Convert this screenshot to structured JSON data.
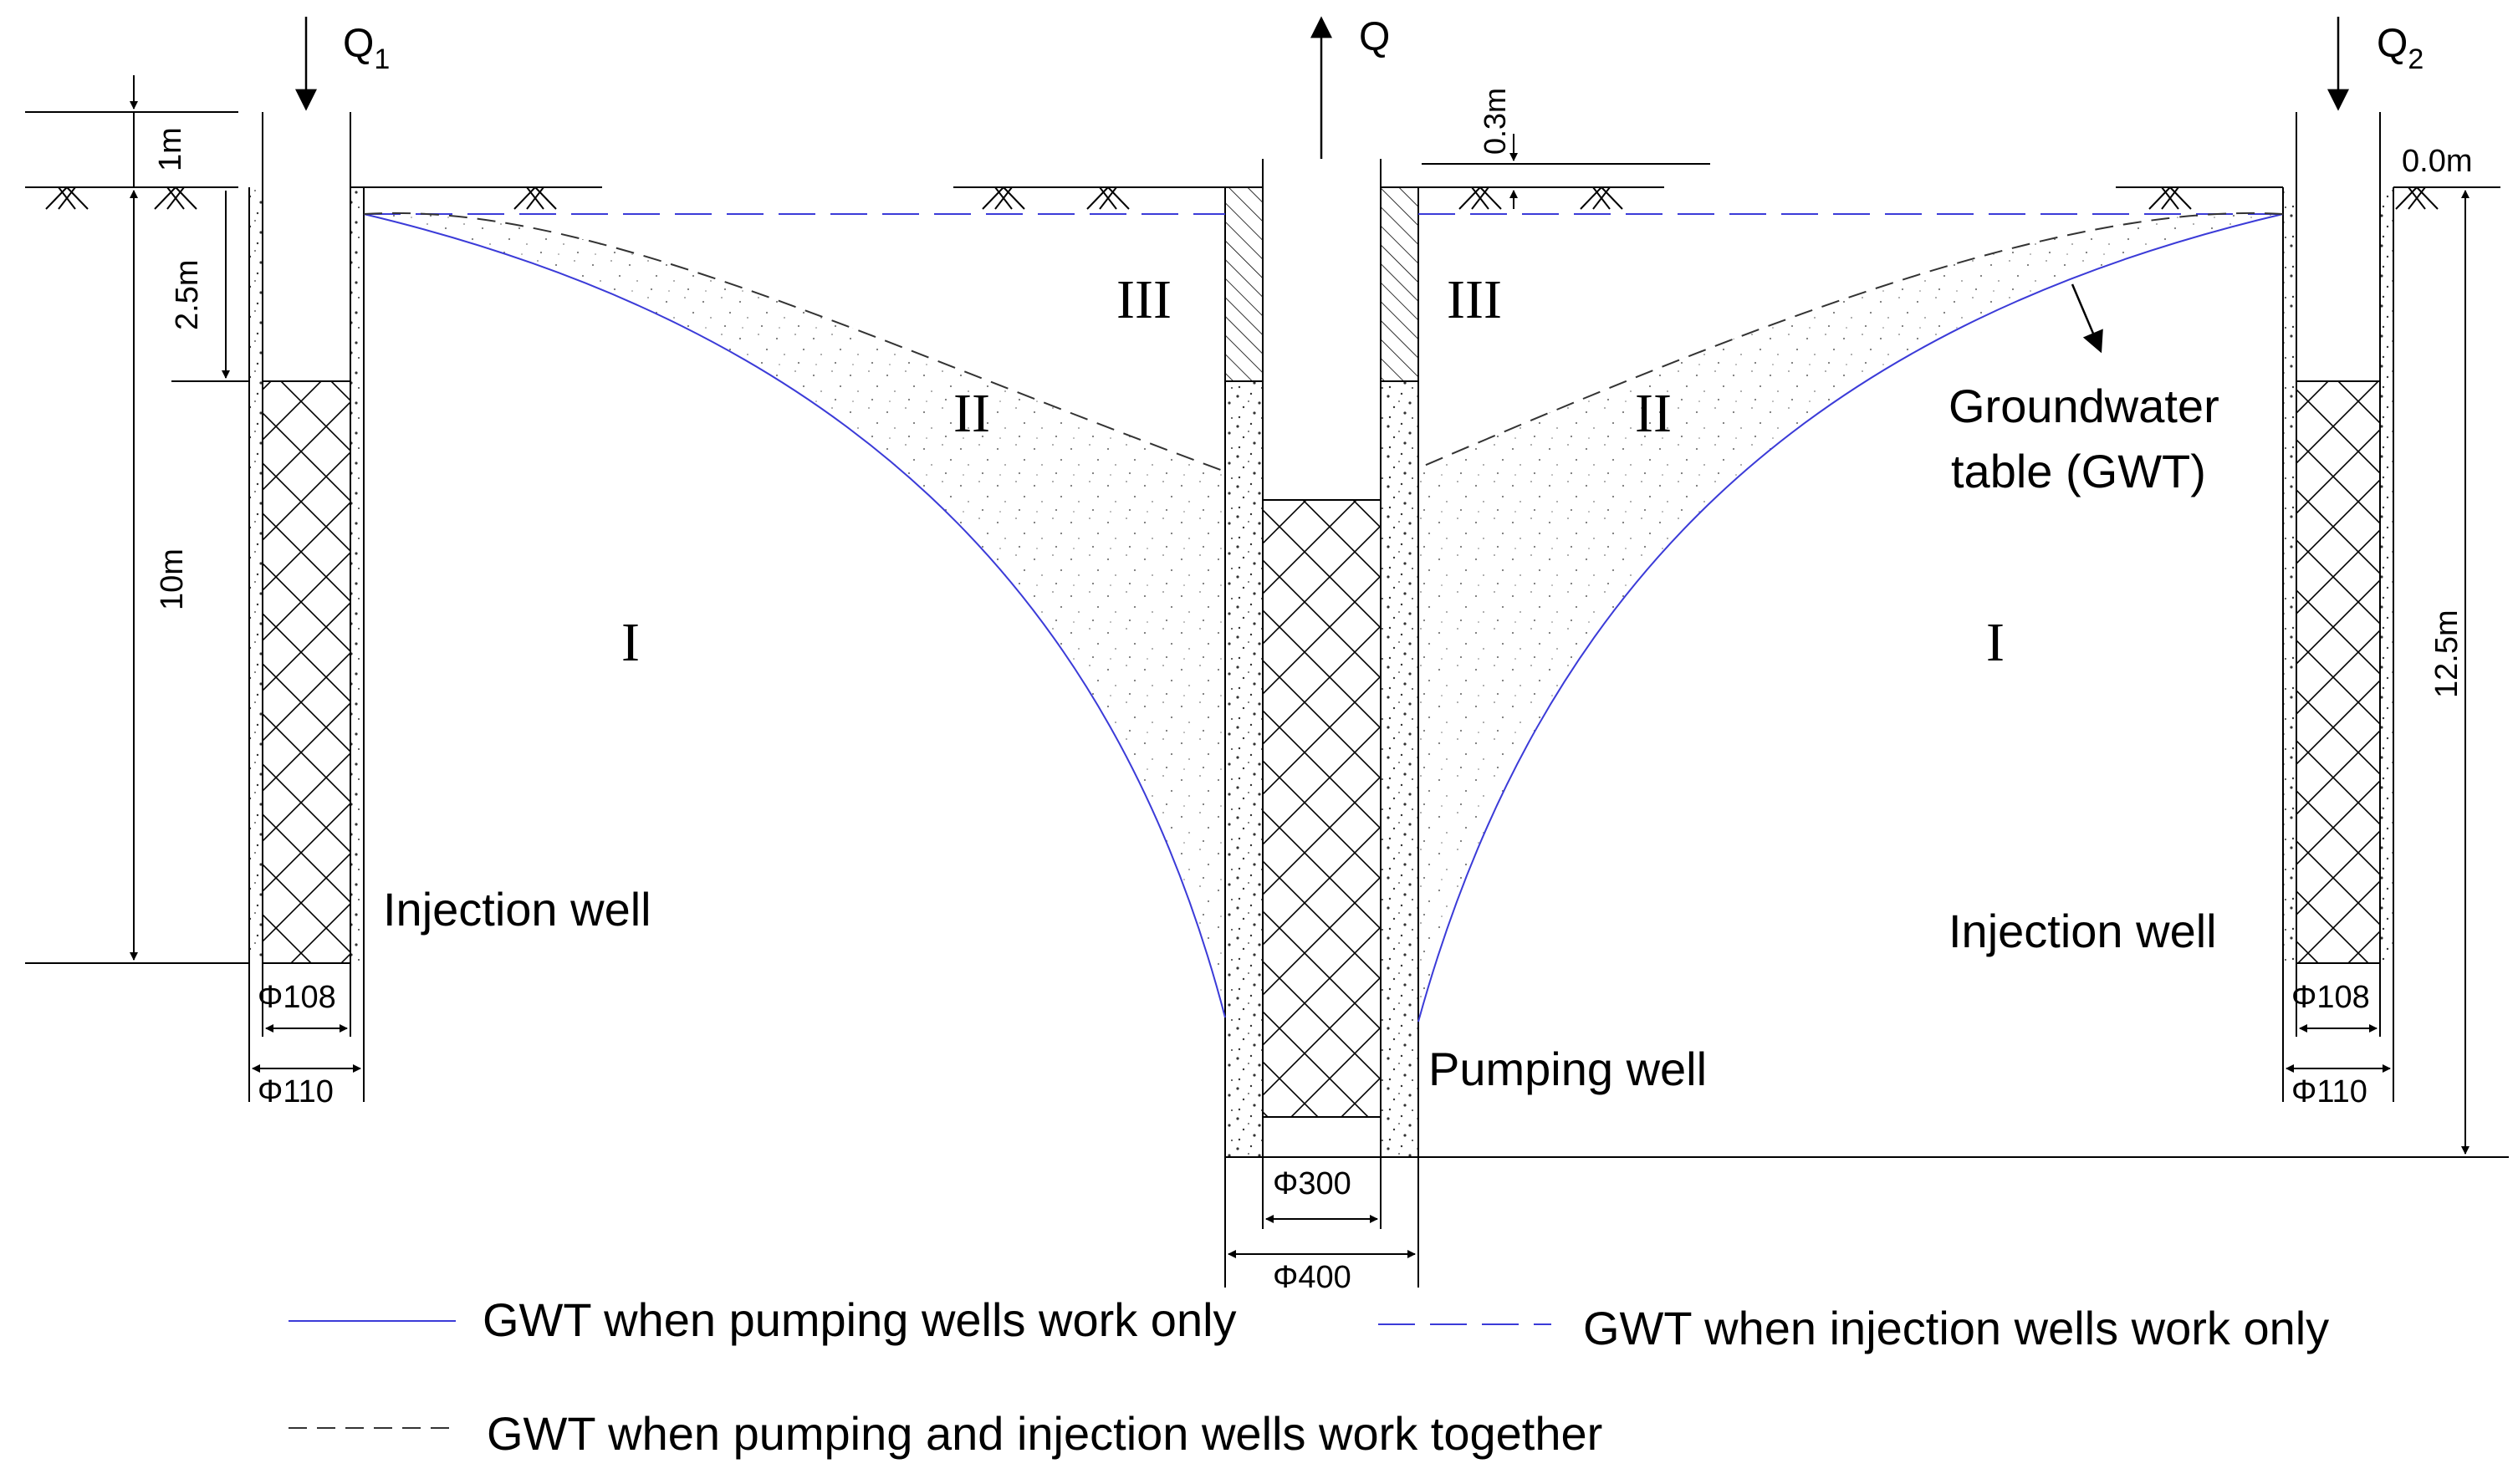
{
  "flows": {
    "q1": {
      "symbol": "Q",
      "subscript": "1"
    },
    "q": {
      "symbol": "Q"
    },
    "q2": {
      "symbol": "Q",
      "subscript": "2"
    }
  },
  "dimensions": {
    "left_top_offset": "1m",
    "left_cap_depth": "2.5m",
    "left_screen_length": "10m",
    "pump_cap_height": "0.3m",
    "ground_level": "0.0m",
    "total_depth": "12.5m",
    "left_inner_dia": "Φ108",
    "left_outer_dia": "Φ110",
    "right_inner_dia": "Φ108",
    "right_outer_dia": "Φ110",
    "pump_inner_dia": "Φ300",
    "pump_outer_dia": "Φ400"
  },
  "zones": {
    "left_I": "I",
    "left_II": "II",
    "left_III": "III",
    "right_III": "III",
    "right_II": "II",
    "right_I": "I"
  },
  "labels": {
    "left_well": "Injection well",
    "pump_well": "Pumping well",
    "right_well": "Injection well",
    "gwt_line1": "Groundwater",
    "gwt_line2": "table (GWT)"
  },
  "legend": {
    "pumping_only": "GWT when pumping wells work only",
    "injection_only": "GWT when injection wells work only",
    "together": "GWT when pumping and injection wells work together"
  },
  "colors": {
    "pumping_curve": "#3b3bd8",
    "injection_line": "#3b3bd8",
    "combined_curve": "#333333",
    "lines": "#000000"
  }
}
